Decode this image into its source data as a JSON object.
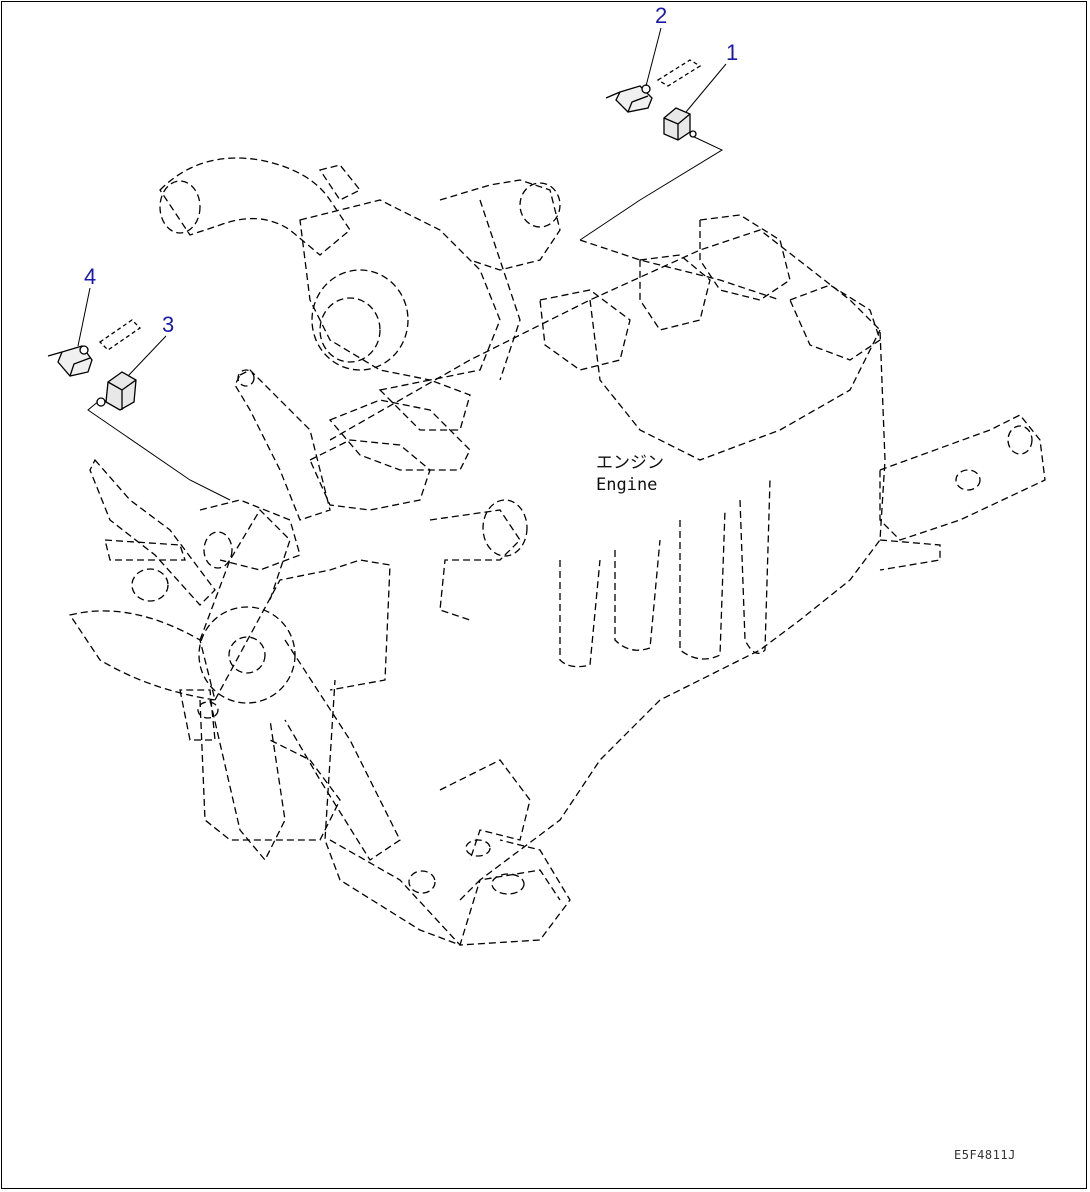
{
  "diagram": {
    "callouts": [
      {
        "id": "callout-1",
        "label": "1"
      },
      {
        "id": "callout-2",
        "label": "2"
      },
      {
        "id": "callout-3",
        "label": "3"
      },
      {
        "id": "callout-4",
        "label": "4"
      }
    ],
    "engine_label_jp": "エンジン",
    "engine_label_en": "Engine",
    "drawing_code": "E5F4811J",
    "colors": {
      "callout": "#1a1aa8",
      "line": "#000000",
      "background": "#ffffff"
    }
  }
}
